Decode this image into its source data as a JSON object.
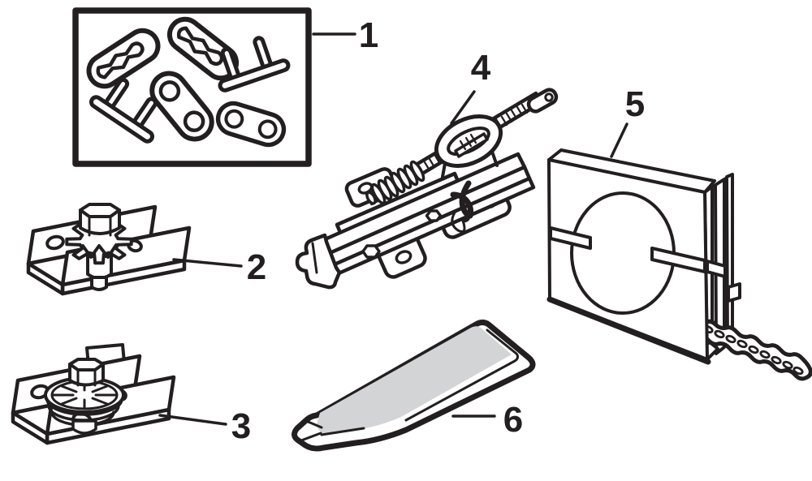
{
  "diagram": {
    "background": "#ffffff",
    "line_color": "#231f20",
    "tube_fill": "#d3d4d6",
    "parts": [
      {
        "label": "1"
      },
      {
        "label": "2"
      },
      {
        "label": "3"
      },
      {
        "label": "4"
      },
      {
        "label": "5"
      },
      {
        "label": "6"
      }
    ]
  }
}
